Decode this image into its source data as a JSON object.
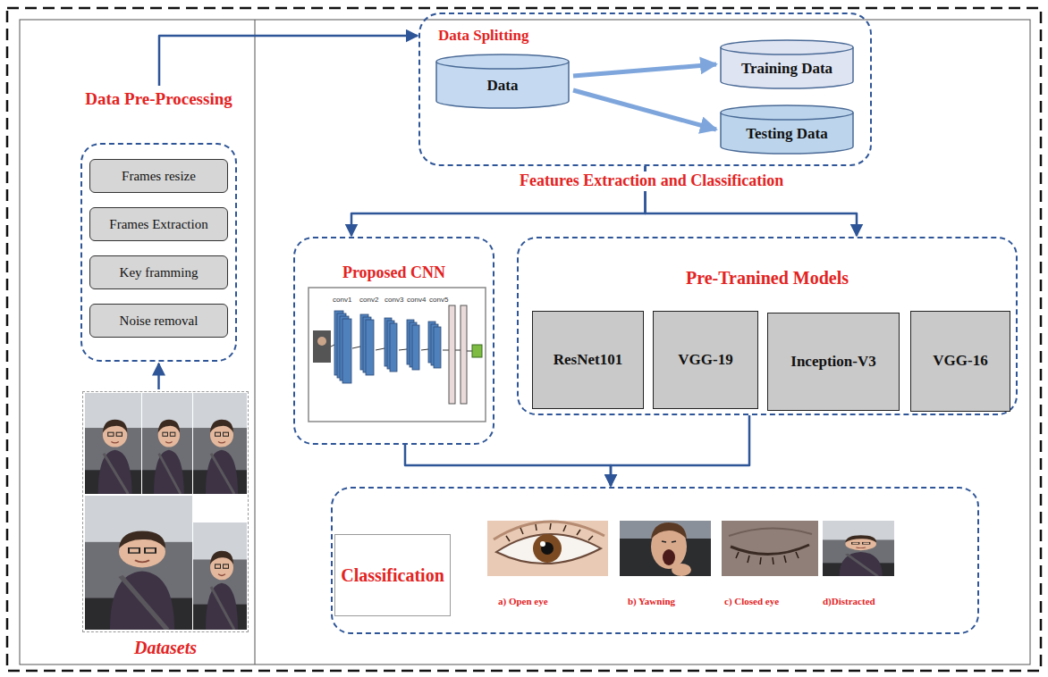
{
  "diagram": {
    "nodes": [
      {
        "text": [
          "Data Pre-Processing"
        ]
      },
      {
        "text": [
          "Frames resize"
        ],
        "in": 0
      },
      {
        "text": [
          "Frames Extraction"
        ],
        "in": 0
      },
      {
        "text": [
          "Key framming"
        ],
        "in": 0
      },
      {
        "text": [
          "Noise removal"
        ],
        "in": 0
      },
      {
        "text": [
          "Datasets"
        ]
      },
      {
        "text": [
          "Data Splitting"
        ]
      },
      {
        "text": [
          "Data"
        ],
        "in": 6
      },
      {
        "text": [
          "Training Data"
        ],
        "in": 6
      },
      {
        "text": [
          "Testing Data"
        ],
        "in": 6
      },
      {
        "text": [
          "Proposed CNN"
        ]
      },
      {
        "text": [
          "Pre-Tranined Models"
        ]
      },
      {
        "text": [
          "ResNet101"
        ],
        "in": 11
      },
      {
        "text": [
          "VGG-19"
        ],
        "in": 11
      },
      {
        "text": [
          "Inception-V3"
        ],
        "in": 11
      },
      {
        "text": [
          "VGG-16"
        ],
        "in": 11
      },
      {
        "text": [
          "a) Open eye",
          "b) Yawning",
          "c) Closed eye",
          "d)Distracted"
        ]
      },
      {
        "text": [
          "Classification"
        ],
        "in": 16
      }
    ],
    "edges": [
      {
        "from": 5,
        "to": 0,
        "arrow": "to"
      },
      {
        "from": 0,
        "to": 6,
        "arrow": "to"
      },
      {
        "from": 7,
        "to": 8,
        "arrow": "to"
      },
      {
        "from": 7,
        "to": 9,
        "arrow": "to"
      },
      {
        "from": 6,
        "to": 10,
        "arrow": "to"
      },
      {
        "from": 6,
        "to": 11,
        "arrow": "to"
      },
      {
        "from": 10,
        "to": 16,
        "arrow": "to"
      },
      {
        "from": 11,
        "to": 16,
        "arrow": "to"
      }
    ],
    "labels": [
      "Features Extraction and Classification",
      "conv1",
      "conv2",
      "conv3",
      "conv4",
      "conv5"
    ]
  }
}
